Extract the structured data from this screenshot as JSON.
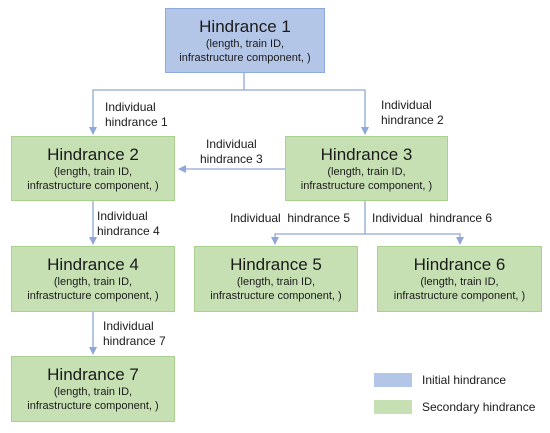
{
  "nodes": {
    "h1": {
      "title": "Hindrance 1",
      "line1": "(length, train ID,",
      "line2": "infrastructure component, )",
      "kind": "initial"
    },
    "h2": {
      "title": "Hindrance 2",
      "line1": "(length, train ID,",
      "line2": "infrastructure component, )",
      "kind": "secondary"
    },
    "h3": {
      "title": "Hindrance 3",
      "line1": "(length, train ID,",
      "line2": "infrastructure component, )",
      "kind": "secondary"
    },
    "h4": {
      "title": "Hindrance 4",
      "line1": "(length, train ID,",
      "line2": "infrastructure component, )",
      "kind": "secondary"
    },
    "h5": {
      "title": "Hindrance 5",
      "line1": "(length, train ID,",
      "line2": "infrastructure component, )",
      "kind": "secondary"
    },
    "h6": {
      "title": "Hindrance 6",
      "line1": "(length, train ID,",
      "line2": "infrastructure component, )",
      "kind": "secondary"
    },
    "h7": {
      "title": "Hindrance 7",
      "line1": "(length, train ID,",
      "line2": "infrastructure component, )",
      "kind": "secondary"
    }
  },
  "edges": {
    "e1": {
      "from": "Hindrance 1",
      "to": "Hindrance 2",
      "line1": "Individual",
      "line2": "hindrance 1"
    },
    "e2": {
      "from": "Hindrance 1",
      "to": "Hindrance 3",
      "line1": "Individual",
      "line2": "hindrance 2"
    },
    "e3": {
      "from": "Hindrance 3",
      "to": "Hindrance 2",
      "line1": "Individual",
      "line2": "hindrance 3"
    },
    "e4": {
      "from": "Hindrance 2",
      "to": "Hindrance 4",
      "line1": "Individual",
      "line2": "hindrance 4"
    },
    "e5": {
      "from": "Hindrance 3",
      "to": "Hindrance 5",
      "text": "Individual  hindrance 5"
    },
    "e6": {
      "from": "Hindrance 3",
      "to": "Hindrance 6",
      "text": "Individual  hindrance 6"
    },
    "e7": {
      "from": "Hindrance 4",
      "to": "Hindrance 7",
      "line1": "Individual",
      "line2": "hindrance 7"
    }
  },
  "legend": {
    "initial": "Initial hindrance",
    "secondary": "Secondary hindrance"
  },
  "colors": {
    "initial_fill": "#b4c6e7",
    "secondary_fill": "#c6e0b4",
    "arrow": "#8fa8d8"
  }
}
